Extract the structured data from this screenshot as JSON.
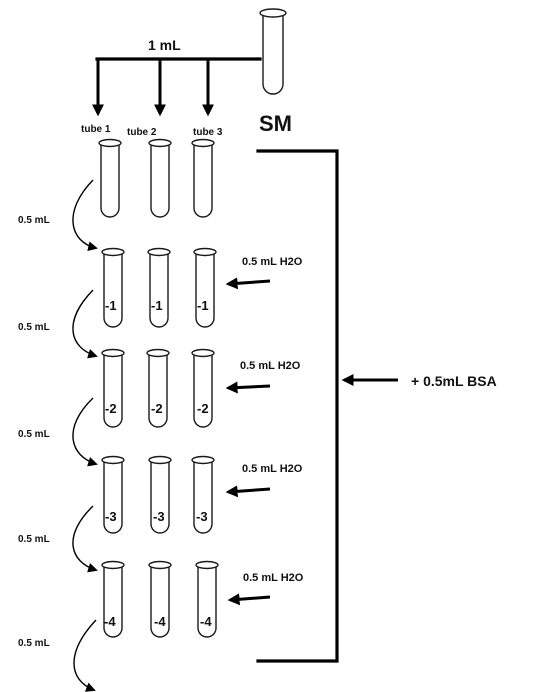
{
  "stock": {
    "label": "SM",
    "transfer_volume": "1 mL"
  },
  "tubes": [
    "tube 1",
    "tube 2",
    "tube 3"
  ],
  "dilutions": [
    {
      "label": "-1",
      "water_label": "0.5 mL H2O"
    },
    {
      "label": "-2",
      "water_label": "0.5 mL H2O"
    },
    {
      "label": "-3",
      "water_label": "0.5 mL H2O"
    },
    {
      "label": "-4",
      "water_label": "0.5 mL H2O"
    }
  ],
  "transfers": [
    "0.5 mL",
    "0.5 mL",
    "0.5 mL",
    "0.5 mL",
    "0.5 mL"
  ],
  "bsa_label": "+ 0.5mL BSA",
  "colors": {
    "ink": "#000000",
    "tube_fill": "#ffffff"
  }
}
